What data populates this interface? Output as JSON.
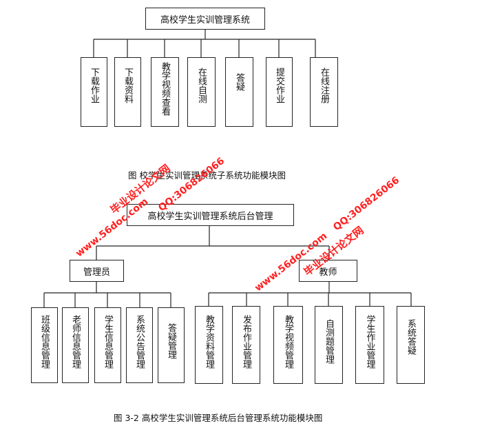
{
  "diagram1": {
    "root": "高校学生实训管理系统",
    "children": [
      "下载作业",
      "下载资料",
      "教学视频查看",
      "在线自测",
      "答疑",
      "提交作业",
      "在线注册"
    ],
    "caption": "图          校学生实训管理系统子系统功能模块图"
  },
  "diagram2": {
    "root": "高校学生实训管理系统后台管理",
    "admin": {
      "label": "管理员",
      "children": [
        "班级信息管理",
        "老师信息管理",
        "学生信息管理",
        "系统公告管理",
        "答疑管理"
      ]
    },
    "teacher": {
      "label": "教师",
      "children": [
        "教学资料管理",
        "发布作业管理",
        "教学视频管理",
        "自测题管理",
        "学生作业管理",
        "系统答疑"
      ]
    },
    "caption": "图 3-2      高校学生实训管理系统后台管理系统功能模块图"
  },
  "watermarks": {
    "site": "www.56doc.com",
    "qq": "QQ:306826066",
    "brand": "毕业设计论文网"
  }
}
